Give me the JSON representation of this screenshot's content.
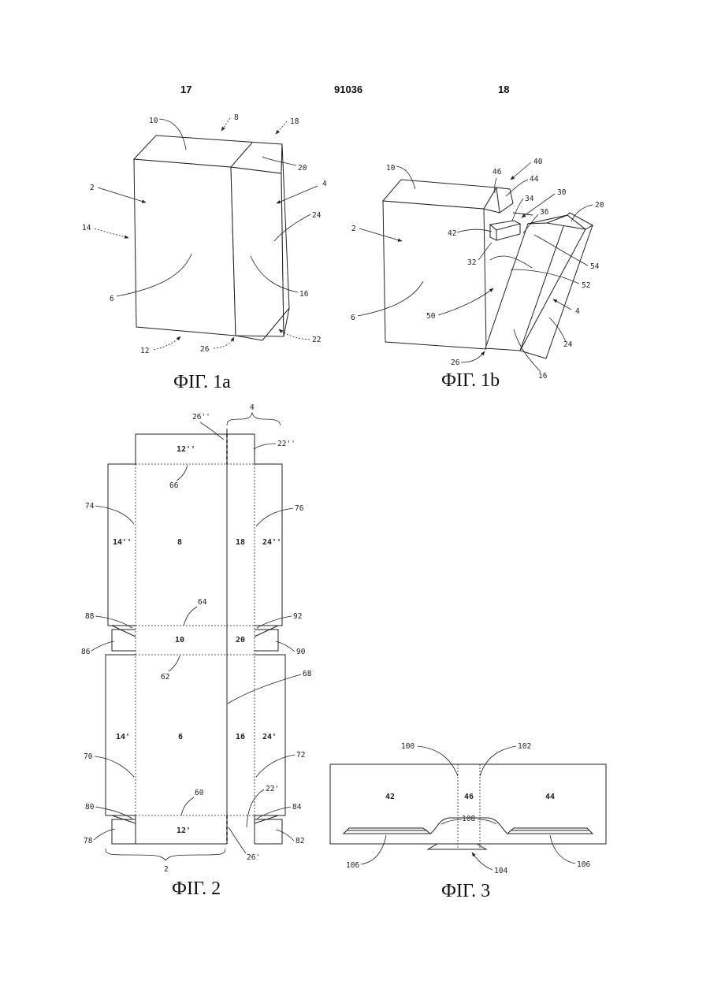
{
  "header": {
    "left_page": "17",
    "patent_number": "91036",
    "right_page": "18"
  },
  "fig1a": {
    "caption": "ФІГ. 1a",
    "refs": {
      "r8": "8",
      "r18": "18",
      "r10": "10",
      "r20": "20",
      "r2": "2",
      "r4": "4",
      "r14": "14",
      "r24": "24",
      "r6": "6",
      "r16": "16",
      "r12": "12",
      "r26": "26",
      "r22": "22"
    }
  },
  "fig1b": {
    "caption": "ФІГ. 1b",
    "refs": {
      "r10": "10",
      "r46": "46",
      "r40": "40",
      "r44": "44",
      "r34": "34",
      "r30": "30",
      "r20": "20",
      "r36": "36",
      "r2": "2",
      "r42": "42",
      "r54": "54",
      "r32": "32",
      "r52": "52",
      "r6": "6",
      "r50": "50",
      "r4": "4",
      "r24": "24",
      "r26": "26",
      "r16": "16"
    }
  },
  "fig2": {
    "caption": "ФІГ. 2",
    "panels": {
      "p12pp": "12''",
      "p14pp": "14''",
      "p8": "8",
      "p18": "18",
      "p24pp": "24''",
      "p10": "10",
      "p20": "20",
      "p14p": "14'",
      "p6": "6",
      "p16": "16",
      "p24p": "24'",
      "p12p": "12'"
    },
    "refs": {
      "r26pp": "26''",
      "r4": "4",
      "r22pp": "22''",
      "r66": "66",
      "r74": "74",
      "r76": "76",
      "r64": "64",
      "r88": "88",
      "r92": "92",
      "r86": "86",
      "r90": "90",
      "r62": "62",
      "r68": "68",
      "r70": "70",
      "r72": "72",
      "r60": "60",
      "r22p": "22'",
      "r80": "80",
      "r84": "84",
      "r78": "78",
      "r82": "82",
      "r26p": "26'",
      "r2": "2"
    }
  },
  "fig3": {
    "caption": "ФІГ. 3",
    "panels": {
      "p42": "42",
      "p46": "46",
      "p44": "44"
    },
    "refs": {
      "r100": "100",
      "r102": "102",
      "r108": "108",
      "r106a": "106",
      "r106b": "106",
      "r104": "104"
    }
  }
}
